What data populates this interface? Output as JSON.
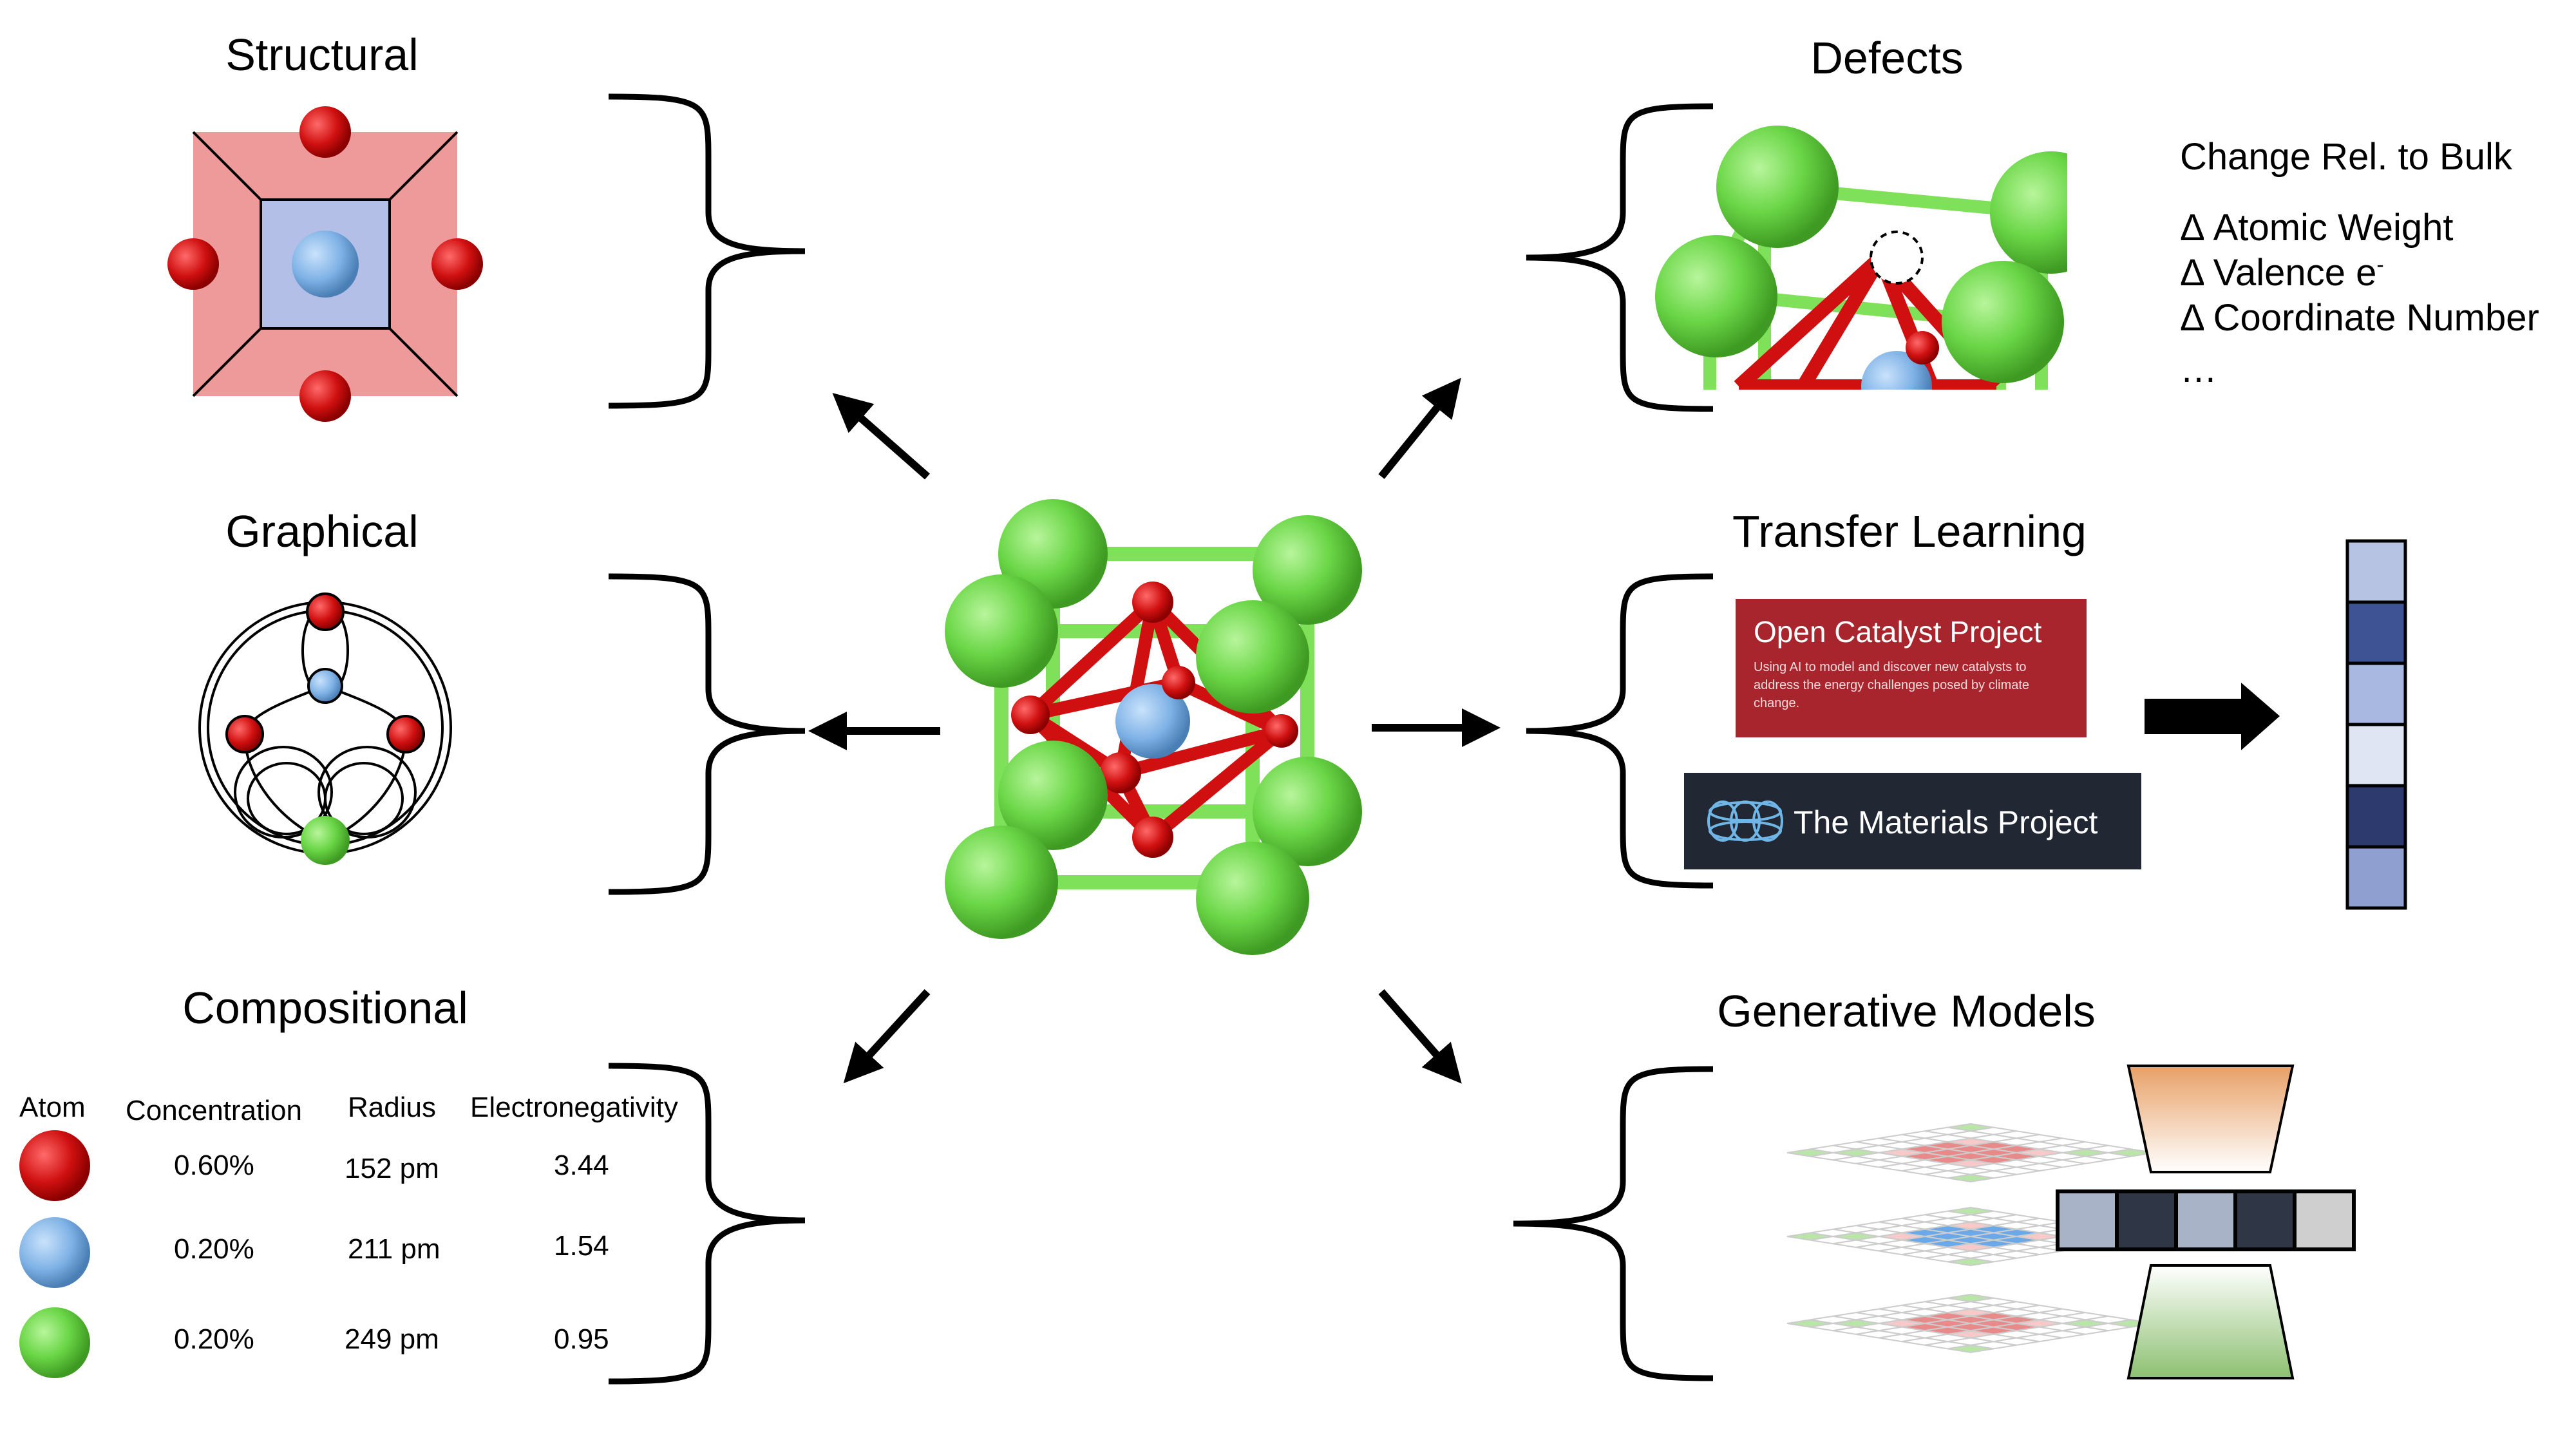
{
  "central": {
    "name": "central-crystal-structure"
  },
  "sections": {
    "structural": {
      "title": "Structural"
    },
    "graphical": {
      "title": "Graphical"
    },
    "compositional": {
      "title": "Compositional"
    },
    "defects": {
      "title": "Defects"
    },
    "transfer": {
      "title": "Transfer Learning"
    },
    "generative": {
      "title": "Generative Models"
    }
  },
  "defects": {
    "heading": "Change Rel. to Bulk",
    "items": [
      "Δ Atomic Weight",
      "Δ Valence e",
      "Δ Coordinate Number",
      "…"
    ],
    "valence_superscript": "-"
  },
  "transfer": {
    "ocp_title": "Open Catalyst Project",
    "ocp_sub": "Using AI to model and discover new catalysts to address the energy challenges posed by climate change.",
    "mp_title": "The Materials Project",
    "vector_colors": [
      "#b7c3e3",
      "#3d5394",
      "#a9b8e0",
      "#dfe5f3",
      "#2c3a6e",
      "#8e9fd0"
    ]
  },
  "compositional": {
    "headers": [
      "Atom",
      "Concentration",
      "Radius",
      "Electronegativity"
    ],
    "rows": [
      {
        "color": "#d01010",
        "concentration": "0.60%",
        "radius": "152 pm",
        "electronegativity": "3.44"
      },
      {
        "color": "#7fb2e6",
        "concentration": "0.20%",
        "radius": "211 pm",
        "electronegativity": "1.54"
      },
      {
        "color": "#6ad646",
        "concentration": "0.20%",
        "radius": "249 pm",
        "electronegativity": "0.95"
      }
    ]
  },
  "generative": {
    "latent_colors": [
      "#a9b3c8",
      "#2f3645",
      "#a9b3c8",
      "#2f3645",
      "#cfcfcf"
    ],
    "encoder_color": "#e8a067",
    "decoder_color": "#8cc070"
  },
  "colors": {
    "oxygen": "#d01010",
    "cation": "#7fb2e6",
    "anion_large": "#6ad646"
  }
}
